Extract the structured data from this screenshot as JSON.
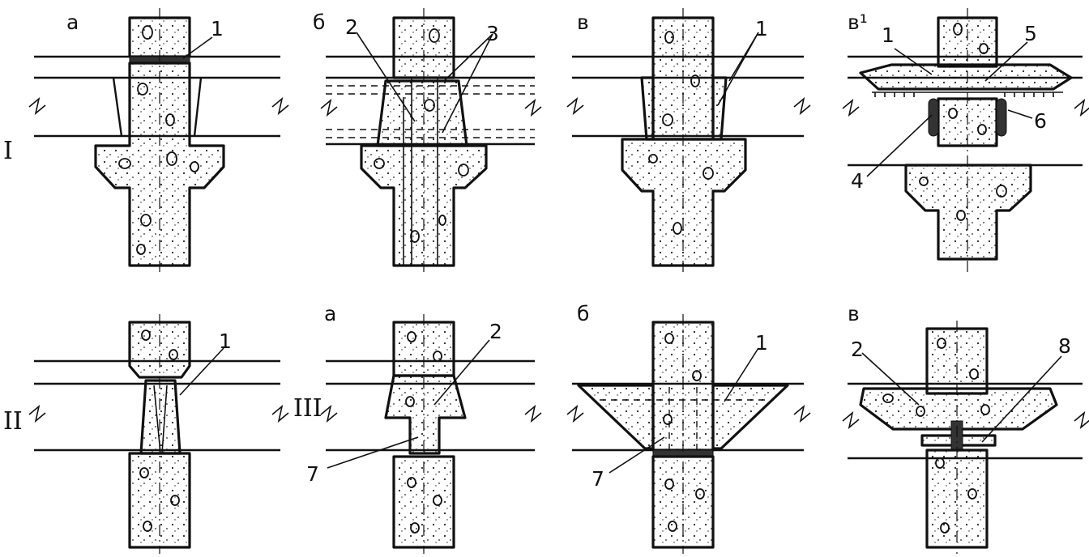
{
  "row_labels": {
    "row1": "I",
    "row2": "II",
    "row3": "III"
  },
  "panel_labels": {
    "p1": "а",
    "p2": "б",
    "p3": "в",
    "p4": "в¹",
    "p5": "а",
    "p6": "б",
    "p7": "в"
  },
  "callouts": {
    "p1_1": "1",
    "p2_2": "2",
    "p2_3": "3",
    "p3_1": "1",
    "p4_1": "1",
    "p4_5": "5",
    "p4_6": "6",
    "p4_4": "4",
    "p_ii_1": "1",
    "p5_2": "2",
    "p5_7": "7",
    "p6_1": "1",
    "p6_7": "7",
    "p7_2": "2",
    "p7_8": "8"
  },
  "colors": {
    "ink": "#111111",
    "paper": "#ffffff"
  }
}
